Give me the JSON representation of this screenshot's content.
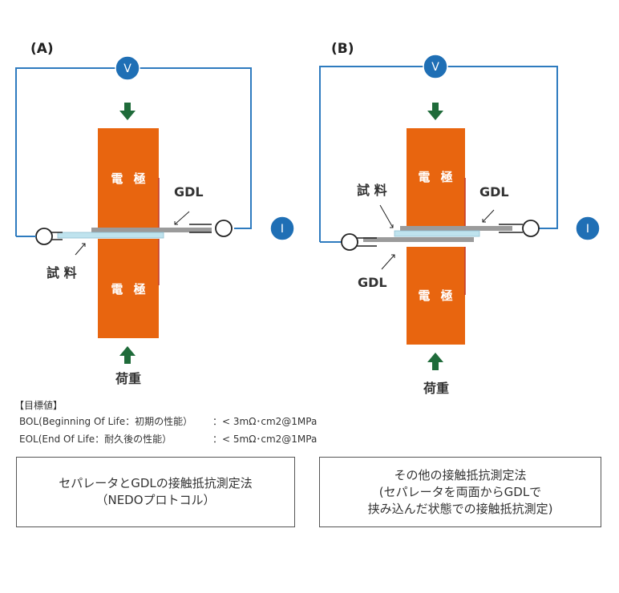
{
  "panel_a": {
    "label": "(A)",
    "voltmeter": "V",
    "ammeter": "I",
    "electrode_top": "電 極",
    "electrode_bottom": "電 極",
    "gdl_label": "GDL",
    "sample_label": "試 料",
    "load_label": "荷重"
  },
  "panel_b": {
    "label": "(B)",
    "voltmeter": "V",
    "ammeter": "I",
    "electrode_top": "電 極",
    "electrode_bottom": "電 極",
    "gdl_top_label": "GDL",
    "gdl_bottom_label": "GDL",
    "sample_label": "試 料",
    "load_label": "荷重"
  },
  "targets": {
    "heading": "【目標値】",
    "bol_label": "BOL(Beginning Of Life：初期の性能）",
    "bol_value": "：< 3mΩ･cm2@1MPa",
    "eol_label": "EOL(End Of Life：耐久後の性能）",
    "eol_value": "：< 5mΩ･cm2@1MPa"
  },
  "box_a": {
    "line1": "セパレータとGDLの接触抵抗測定法",
    "line2": "（NEDOプロトコル）"
  },
  "box_b": {
    "line1": "その他の接触抵抗測定法",
    "line2": "(セパレータを両面からGDLで",
    "line3": "挟み込んだ状態での接触抵抗測定)"
  },
  "colors": {
    "electrode": "#e8650f",
    "wire": "#2e7bbf",
    "meter": "#1f6fb5",
    "arrow": "#1f6b3a",
    "sample": "#bfe3ee",
    "gdl": "#9b9b9b"
  }
}
